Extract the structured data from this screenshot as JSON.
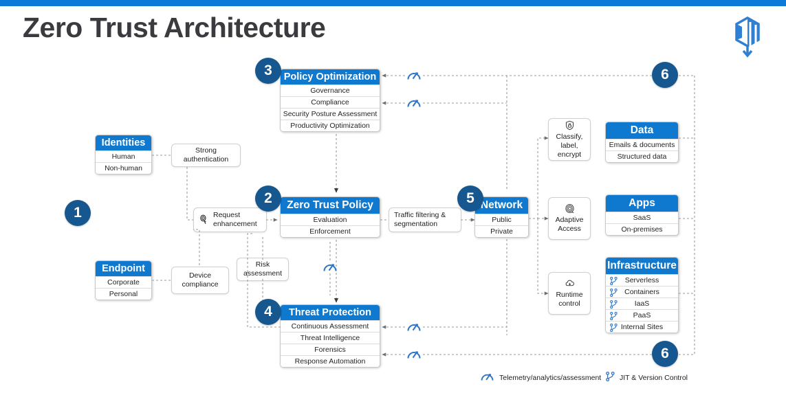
{
  "header": {
    "title": "Zero Trust Architecture",
    "logo_icon": "hexagon-cube-logo",
    "accent_color": "#0b7ad8",
    "title_color": "#3b3b3f"
  },
  "theme": {
    "header_blue": "#0f79d0",
    "step_circle_blue": "#15578e",
    "telemetry_blue": "#2f77c9",
    "border_grey": "#c8c8c8"
  },
  "steps": [
    {
      "number": "1",
      "name": "identities-endpoint-step"
    },
    {
      "number": "2",
      "name": "zero-trust-policy-step"
    },
    {
      "number": "3",
      "name": "policy-optimization-step"
    },
    {
      "number": "4",
      "name": "threat-protection-step"
    },
    {
      "number": "5",
      "name": "network-step"
    },
    {
      "number": "6",
      "name": "telemetry-step-top"
    },
    {
      "number": "6",
      "name": "telemetry-step-bottom"
    }
  ],
  "cards": {
    "identities": {
      "title": "Identities",
      "rows": [
        "Human",
        "Non-human"
      ]
    },
    "endpoint": {
      "title": "Endpoint",
      "rows": [
        "Corporate",
        "Personal"
      ]
    },
    "policy_optimization": {
      "title": "Policy Optimization",
      "rows": [
        "Governance",
        "Compliance",
        "Security Posture Assessment",
        "Productivity Optimization"
      ]
    },
    "zero_trust_policy": {
      "title": "Zero Trust Policy",
      "rows": [
        "Evaluation",
        "Enforcement"
      ]
    },
    "threat_protection": {
      "title": "Threat Protection",
      "rows": [
        "Continuous Assessment",
        "Threat Intelligence",
        "Forensics",
        "Response Automation"
      ]
    },
    "network": {
      "title": "Network",
      "rows": [
        "Public",
        "Private"
      ]
    },
    "data": {
      "title": "Data",
      "rows": [
        "Emails & documents",
        "Structured data"
      ]
    },
    "apps": {
      "title": "Apps",
      "rows": [
        "SaaS",
        "On-premises"
      ]
    },
    "infrastructure": {
      "title": "Infrastructure",
      "rows": [
        "Serverless",
        "Containers",
        "IaaS",
        "PaaS",
        "Internal Sites"
      ],
      "row_icon": "git-branch-icon"
    }
  },
  "notes": {
    "strong_authentication": {
      "text": "Strong authentication",
      "icon": "none"
    },
    "device_compliance": {
      "text": "Device compliance",
      "icon": "none"
    },
    "risk_assessment": {
      "text": "Risk assessment",
      "icon": "none"
    },
    "request_enhancement": {
      "text": "Request enhancement",
      "icon": "fingerprint-key-icon"
    },
    "traffic_filtering": {
      "text": "Traffic filtering & segmentation",
      "icon": "none"
    },
    "classify_label_encrypt": {
      "text": "Classify, label, encrypt",
      "icon": "shield-lock-icon"
    },
    "adaptive_access": {
      "text": "Adaptive Access",
      "icon": "fingerprint-icon"
    },
    "runtime_control": {
      "text": "Runtime control",
      "icon": "cloud-runtime-icon"
    }
  },
  "legend": [
    {
      "label": "Telemetry/analytics/assessment",
      "icon": "telemetry-gauge-icon"
    },
    {
      "label": "JIT & Version Control",
      "icon": "git-branch-icon"
    }
  ],
  "telemetry_markers": [
    {
      "name": "telemetry-marker-policy-opt-top"
    },
    {
      "name": "telemetry-marker-policy-opt-compliance"
    },
    {
      "name": "telemetry-marker-zero-trust-policy"
    },
    {
      "name": "telemetry-marker-threat-continuous"
    },
    {
      "name": "telemetry-marker-threat-forensics"
    }
  ]
}
